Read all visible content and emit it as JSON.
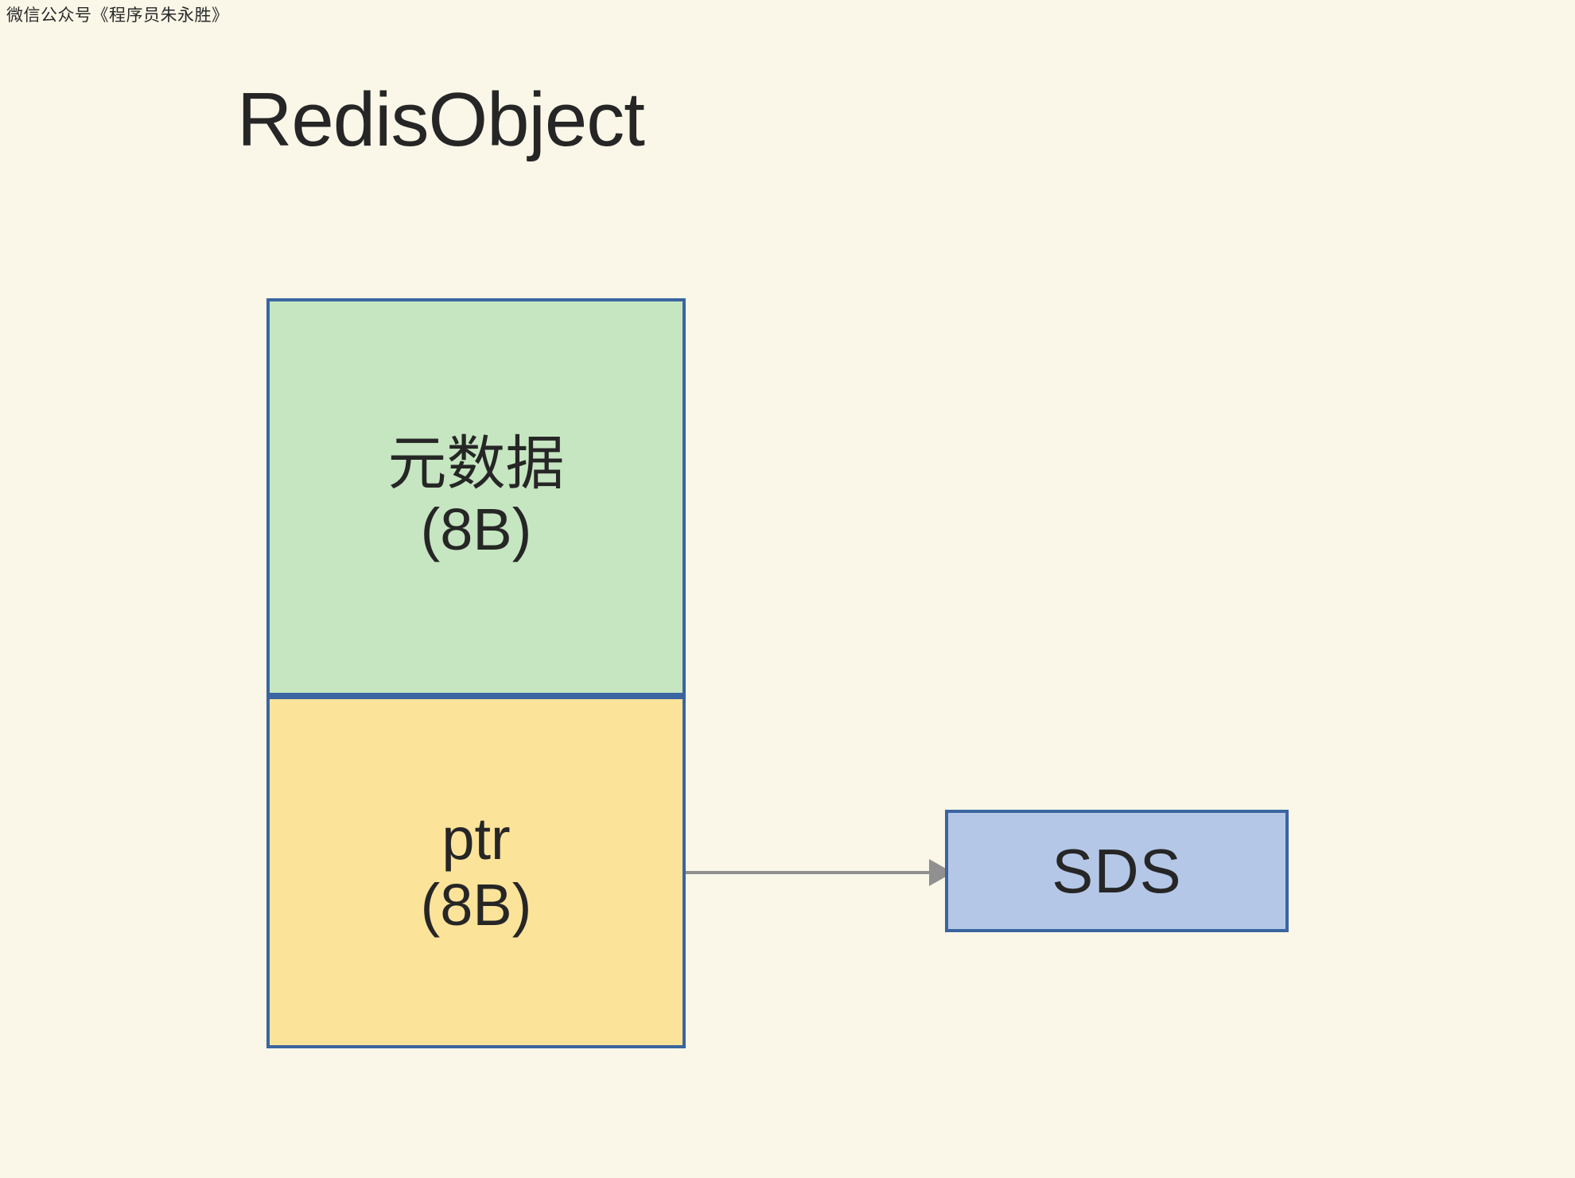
{
  "page": {
    "background_color": "#faf7e8",
    "watermark": "微信公众号《程序员朱永胜》",
    "title": "RedisObject"
  },
  "diagram": {
    "type": "struct-memory-layout",
    "struct": {
      "name": "RedisObject",
      "border_color": "#3a65a0",
      "fields": [
        {
          "id": "metadata",
          "label": "元数据",
          "size_label": "(8B)",
          "size_bytes": 8,
          "fill_color": "#c5e6c0"
        },
        {
          "id": "ptr",
          "label": "ptr",
          "size_label": "(8B)",
          "size_bytes": 8,
          "fill_color": "#fce39a"
        }
      ]
    },
    "connector": {
      "from": "ptr",
      "to": "sds",
      "style": "solid-arrow",
      "color": "#909090",
      "arrow_head": "filled-triangle"
    },
    "target": {
      "id": "sds",
      "label": "SDS",
      "fill_color": "#b4c7e7",
      "border_color": "#3a65a0"
    }
  }
}
